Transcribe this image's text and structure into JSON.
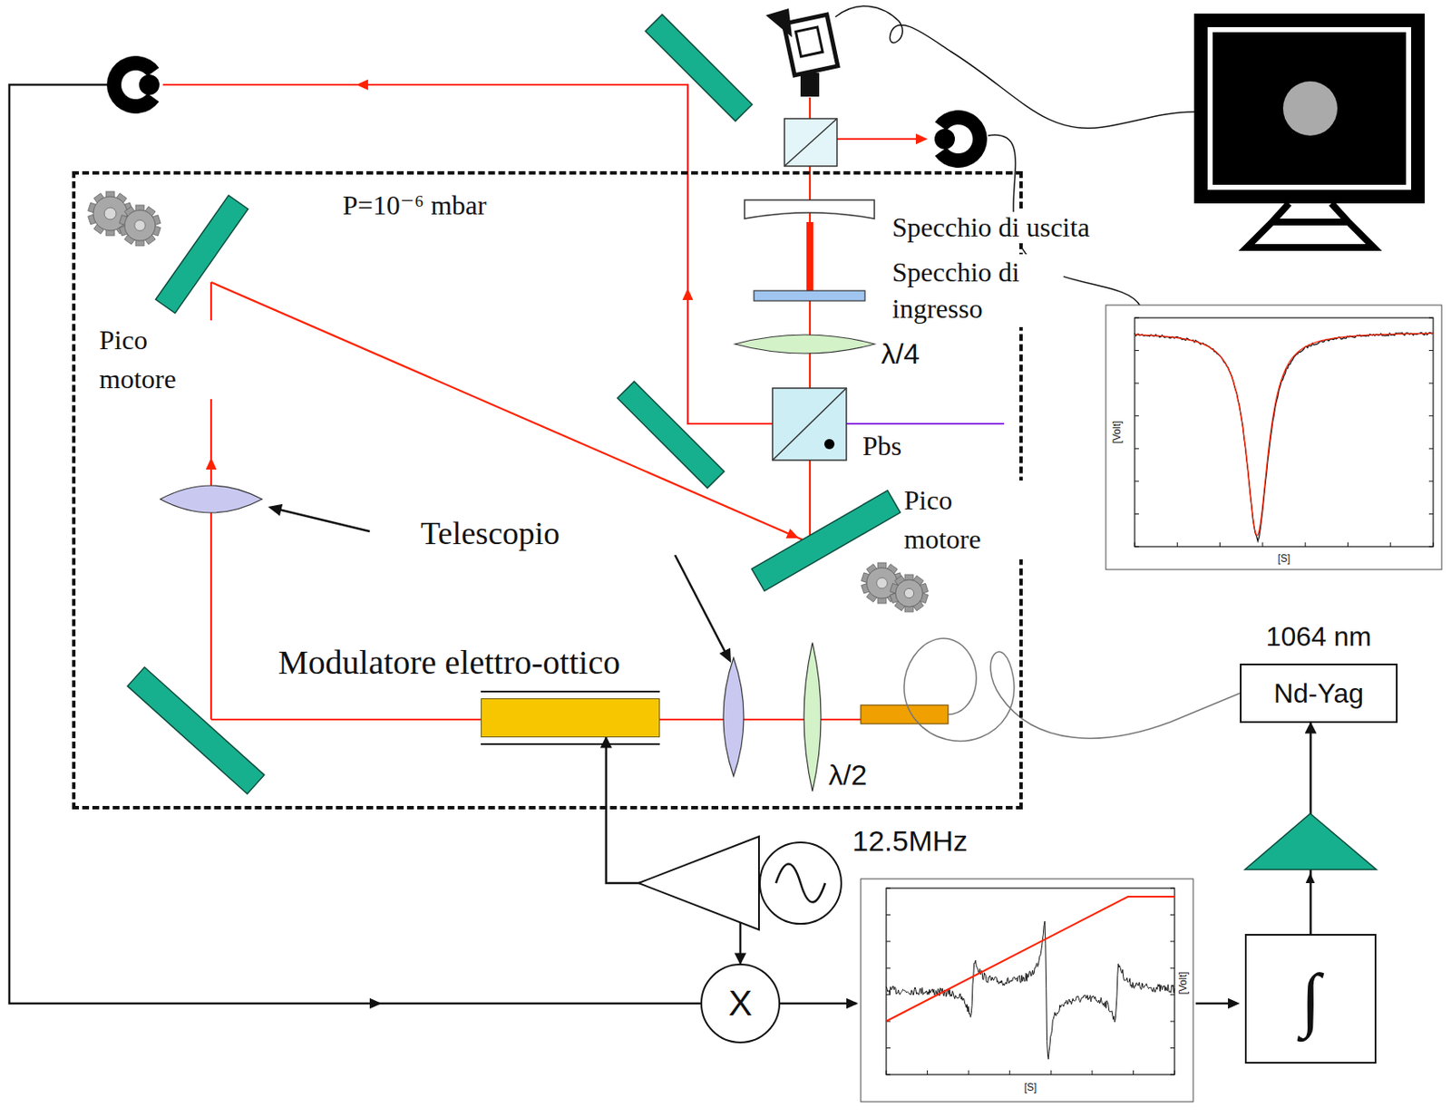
{
  "diagram": {
    "nodes": [
      {
        "text": [
          "P=10⁻⁶ mbar"
        ]
      },
      {
        "text": [
          "Modulatore elettro-ottico"
        ],
        "in": 0
      },
      {
        "text": [
          "1064 nm",
          "Nd-Yag"
        ]
      },
      {
        "text": [
          "∫"
        ]
      },
      {
        "text": [
          "X"
        ]
      },
      {
        "text": [
          "12.5MHz"
        ]
      }
    ],
    "edges": [
      {
        "from": 5,
        "to": 1,
        "arrow": "to"
      },
      {
        "from": 5,
        "to": 4,
        "arrow": "to"
      },
      {
        "from": 3,
        "to": 2,
        "arrow": "to"
      }
    ],
    "labels": [
      "Specchio di uscita",
      "Specchio di ingresso",
      "λ/4",
      "Pbs",
      "Pico motore",
      "Pico motore",
      "Telescopio",
      "λ/2",
      "[Volt]",
      "[S]",
      "[Volt]",
      "[S]"
    ]
  }
}
